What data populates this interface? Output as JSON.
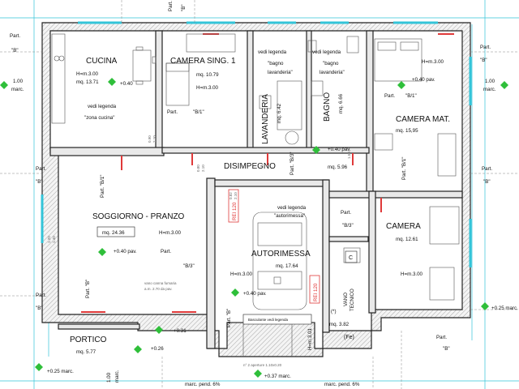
{
  "rooms": {
    "cucina": {
      "name": "CUCINA",
      "h": "H=m.3.00",
      "mq": "mq. 13.71",
      "note1": "vedi legenda",
      "note2": "\"zona cucina\""
    },
    "camera_sing": {
      "name": "CAMERA SING. 1",
      "mq": "mq. 10.79",
      "h": "H=m.3.00"
    },
    "lavanderia": {
      "name": "LAVANDERIA",
      "mq": "mq. 6.42",
      "note1": "vedi legenda",
      "note2": "\"bagno",
      "note3": "lavanderia\""
    },
    "bagno": {
      "name": "BAGNO",
      "mq": "mq. 6.66",
      "note1": "vedi legenda",
      "note2": "\"bagno",
      "note3": "lavanderia\""
    },
    "camera_mat": {
      "name": "CAMERA MAT.",
      "h": "H=m.3.00",
      "mq": "mq. 15,95"
    },
    "disimpegno": {
      "name": "DISIMPEGNO",
      "mq": "mq. 5.96"
    },
    "soggiorno": {
      "name": "SOGGIORNO - PRANZO",
      "mq": "mq. 24.36",
      "h": "H=m.3.00",
      "note1": "vano canna fumaria",
      "note2": "a.m. 2.70 da pav."
    },
    "autorimessa": {
      "name": "AUTORIMESSA",
      "mq": "mq. 17.64",
      "h": "H=m.3.00",
      "note1": "vedi legenda",
      "note2": "\"autorimessa\""
    },
    "camera": {
      "name": "CAMERA",
      "mq": "mq. 12.61",
      "h": "H=m.3.00"
    },
    "vano_tecnico": {
      "name1": "VANO",
      "name2": "TECNICO",
      "mq": "mq. 3.82",
      "fe": "(Fe)",
      "star": "(*)"
    },
    "portico": {
      "name": "PORTICO",
      "mq": "mq. 5.77"
    }
  },
  "labels": {
    "part": "Part.",
    "part_b_q": "\"B\"",
    "part_b1": "Part. \"B/1\"",
    "part_b1_v": "Part. \"B/1\"",
    "part_b3": "Part. \"B/3\"",
    "part_b3_short": "\"B/3\"",
    "part_b_v": "Part. \"B\"",
    "part_b": "\"B\"",
    "b_slash1": "\"B/1\"",
    "b_slash3": "\"B/3\"",
    "h301": "H=m.3.01",
    "rei120": "REI 120",
    "c_box": "C",
    "basculante": "Basculante vedi legenda",
    "aperture": "n° 2 aperture 1.10x0.20",
    "marc100_a": "1.00",
    "marc100_b": "marc.",
    "plus040": "+0.40",
    "plus040pav": "+0.40 pav.",
    "plus031": "+0.31",
    "plus026": "+0.26",
    "plus025marc": "+0.25 marc.",
    "plus037marc": "+0.37 marc.",
    "pend": "marc. pend. 6%",
    "dims": [
      "0.90",
      "2.10",
      "0.80",
      "2.10",
      "1.20",
      "1.40",
      "1.50",
      "0.82",
      "2.10"
    ]
  },
  "colors": {
    "accent_green": "#2fbf3a",
    "wall": "#222222",
    "rei_red": "#e03a3a",
    "cyan": "#33c4d8"
  }
}
